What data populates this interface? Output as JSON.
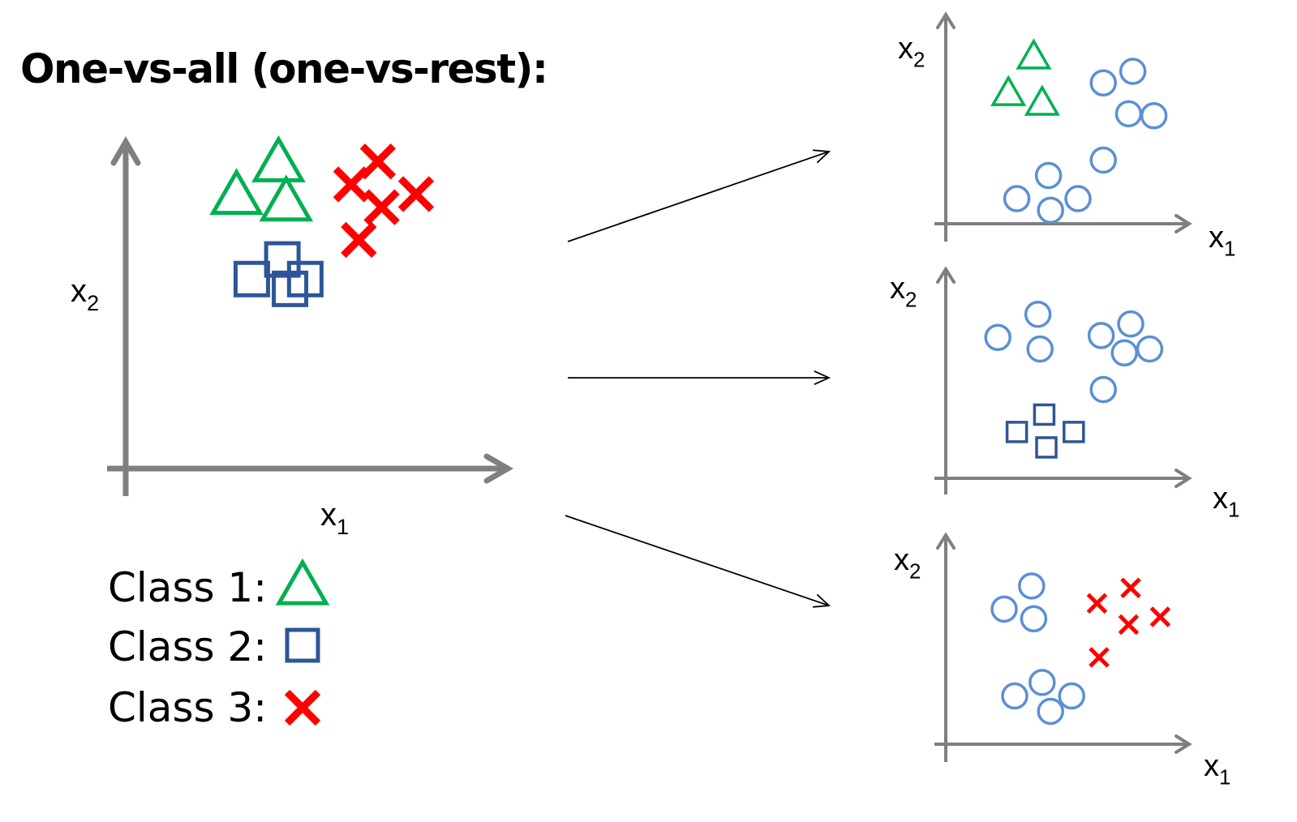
{
  "title": "One-vs-all (one-vs-rest):",
  "axis_labels": {
    "x": "x",
    "x_sub": "1",
    "y": "x",
    "y_sub": "2"
  },
  "colors": {
    "axis": "#7f7f7f",
    "class1": "#00b050",
    "class2": "#2e5597",
    "class3": "#ff0000",
    "rest": "#5b8fd6",
    "arrow": "#000000"
  },
  "legend": [
    {
      "label": "Class 1:",
      "marker": "triangle"
    },
    {
      "label": "Class 2:",
      "marker": "square"
    },
    {
      "label": "Class 3:",
      "marker": "cross"
    }
  ],
  "main_plot": {
    "class1_points": [
      [
        0.4,
        0.07
      ],
      [
        0.29,
        0.17
      ],
      [
        0.42,
        0.19
      ]
    ],
    "class2_points": [
      [
        0.41,
        0.36
      ],
      [
        0.33,
        0.42
      ],
      [
        0.47,
        0.42
      ],
      [
        0.43,
        0.45
      ]
    ],
    "class3_points": [
      [
        0.66,
        0.06
      ],
      [
        0.59,
        0.13
      ],
      [
        0.67,
        0.2
      ],
      [
        0.76,
        0.16
      ],
      [
        0.61,
        0.3
      ]
    ]
  },
  "sub_plots": [
    {
      "name": "class1-vs-rest",
      "highlight": "class1",
      "highlight_points": [
        [
          0.34,
          0.14
        ],
        [
          0.22,
          0.33
        ],
        [
          0.38,
          0.38
        ]
      ],
      "rest_points": [
        [
          0.67,
          0.27
        ],
        [
          0.81,
          0.21
        ],
        [
          0.79,
          0.43
        ],
        [
          0.91,
          0.44
        ],
        [
          0.67,
          0.67
        ],
        [
          0.41,
          0.75
        ],
        [
          0.26,
          0.87
        ],
        [
          0.42,
          0.93
        ],
        [
          0.55,
          0.87
        ]
      ]
    },
    {
      "name": "class2-vs-rest",
      "highlight": "class2",
      "highlight_points": [
        [
          0.39,
          0.67
        ],
        [
          0.26,
          0.76
        ],
        [
          0.53,
          0.76
        ],
        [
          0.4,
          0.84
        ]
      ],
      "rest_points": [
        [
          0.36,
          0.15
        ],
        [
          0.17,
          0.27
        ],
        [
          0.37,
          0.33
        ],
        [
          0.66,
          0.26
        ],
        [
          0.8,
          0.2
        ],
        [
          0.77,
          0.35
        ],
        [
          0.89,
          0.33
        ],
        [
          0.67,
          0.54
        ]
      ]
    },
    {
      "name": "class3-vs-rest",
      "highlight": "class3",
      "highlight_points": [
        [
          0.8,
          0.19
        ],
        [
          0.64,
          0.27
        ],
        [
          0.79,
          0.38
        ],
        [
          0.94,
          0.34
        ],
        [
          0.65,
          0.55
        ]
      ],
      "rest_points": [
        [
          0.33,
          0.18
        ],
        [
          0.2,
          0.3
        ],
        [
          0.34,
          0.35
        ],
        [
          0.38,
          0.68
        ],
        [
          0.25,
          0.75
        ],
        [
          0.42,
          0.83
        ],
        [
          0.52,
          0.75
        ]
      ]
    }
  ]
}
